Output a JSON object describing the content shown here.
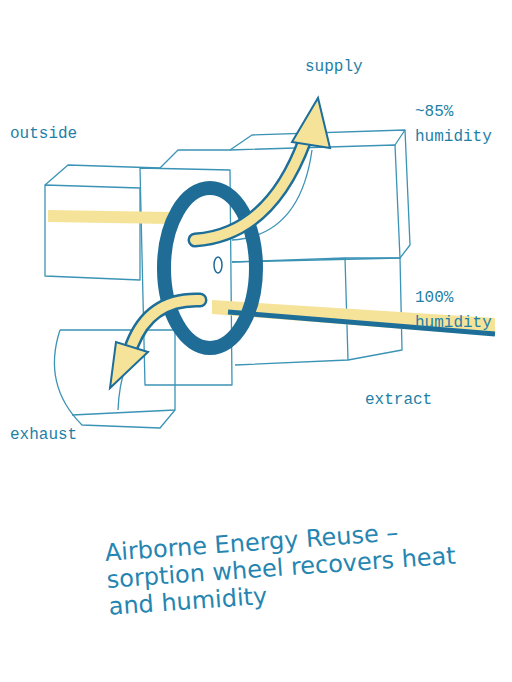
{
  "diagram": {
    "caption": "Airborne Energy Reuse – sorption wheel recovers heat and humidity",
    "labels": [
      "supply",
      "outside",
      "~85% humidity",
      "100% humidity",
      "extract",
      "exhaust"
    ]
  }
}
